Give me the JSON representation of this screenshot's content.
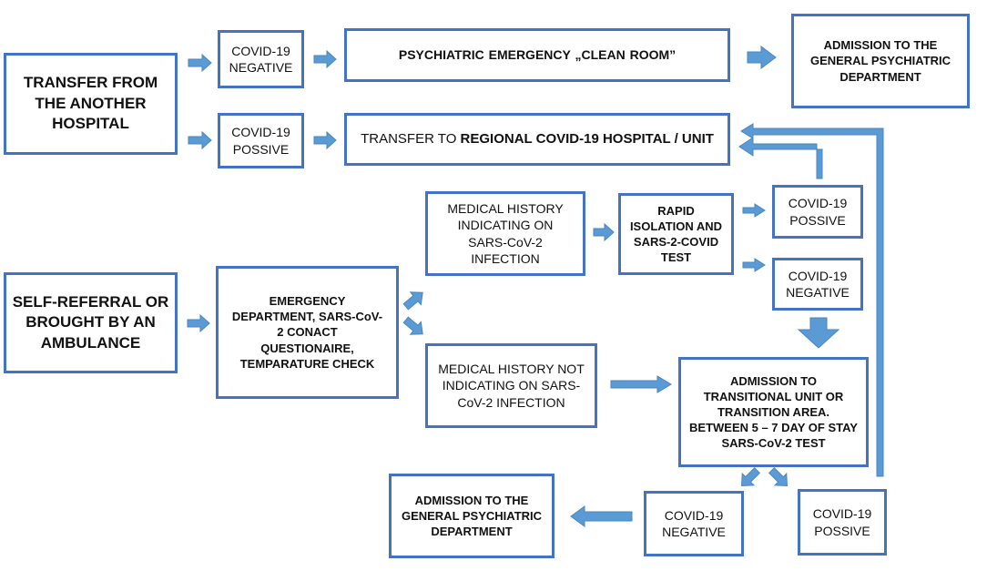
{
  "nodes": {
    "transfer_source": "TRANSFER FROM THE ANOTHER HOSPITAL",
    "top_negative": "COVID-19 NEGATIVE",
    "top_positive": "COVID-19 POSSIVE",
    "clean_room": "PSYCHIATRIC EMERGENCY „CLEAN ROOM”",
    "regional_prefix": "TRANSFER TO ",
    "regional_bold": "REGIONAL COVID-19 HOSPITAL / UNIT",
    "admission_top": "ADMISSION TO THE GENERAL PSYCHIATRIC DEPARTMENT",
    "self_referral": "SELF-REFERRAL OR BROUGHT BY AN AMBULANCE",
    "emergency": "EMERGENCY DEPARTMENT, SARS-CoV-2 CONACT QUESTIONAIRE, TEMPARATURE CHECK",
    "history_yes": "MEDICAL HISTORY INDICATING ON SARS-CoV-2 INFECTION",
    "history_no": "MEDICAL HISTORY NOT INDICATING ON SARS-CoV-2 INFECTION",
    "rapid_test": "RAPID ISOLATION AND SARS-2-COVID TEST",
    "rapid_positive": "COVID-19 POSSIVE",
    "rapid_negative": "COVID-19 NEGATIVE",
    "transitional": "ADMISSION TO TRANSITIONAL UNIT OR TRANSITION AREA. BETWEEN 5 – 7 DAY OF STAY SARS-CoV-2 TEST",
    "bottom_negative": "COVID-19 NEGATIVE",
    "bottom_positive": "COVID-19 POSSIVE",
    "admission_bottom": "ADMISSION TO THE GENERAL PSYCHIATRIC DEPARTMENT"
  },
  "colors": {
    "border": "#4472c4",
    "arrow": "#5b9bd5"
  }
}
